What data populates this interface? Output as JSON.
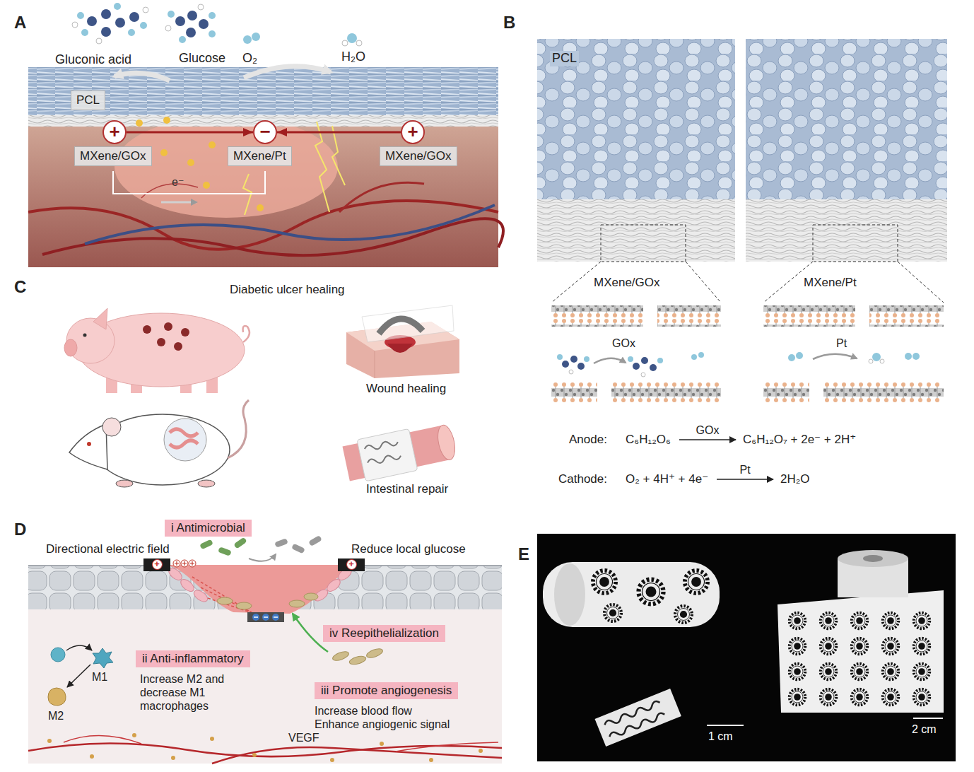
{
  "diagram": {
    "nodes": [
      {
        "text": [
          "PCL"
        ]
      },
      {
        "text": [
          "+"
        ]
      },
      {
        "text": [
          "−"
        ]
      },
      {
        "text": [
          "+"
        ]
      },
      {
        "text": [
          "MXene/GOx"
        ]
      },
      {
        "text": [
          "MXene/Pt"
        ]
      },
      {
        "text": [
          "MXene/GOx"
        ]
      },
      {
        "text": [
          "i Antimicrobial"
        ]
      },
      {
        "text": [
          "iv Reepithelialization"
        ]
      },
      {
        "text": [
          "ii Anti-inflammatory"
        ]
      },
      {
        "text": [
          "iii Promote angiogenesis"
        ]
      },
      {
        "text": [
          "+"
        ]
      },
      {
        "text": [
          "+"
        ]
      }
    ],
    "edges": [
      {
        "from": 1,
        "to": 2,
        "arrow": "to"
      },
      {
        "from": 3,
        "to": 2,
        "arrow": "to"
      }
    ],
    "labels": [
      "A",
      "Gluconic acid",
      "Glucose",
      "O₂",
      "H₂O",
      "e⁻",
      "B",
      "PCL",
      "MXene/GOx",
      "GOx",
      "MXene/Pt",
      "Pt",
      "Anode:",
      "C₆H₁₂O₆",
      "GOx",
      "C₆H₁₂O₇ + 2e⁻ + 2H⁺",
      "Cathode:",
      "O₂ + 4H⁺ + 4e⁻",
      "Pt",
      "2H₂O",
      "C",
      "Diabetic ulcer healing",
      "Wound healing",
      "Intestinal repair",
      "D",
      "Directional electric field",
      "Reduce local glucose",
      "M1",
      "M2",
      "Increase M2 and decrease M1 macrophages",
      "Increase blood flow Enhance angiogenic signal",
      "VEGF",
      "E",
      "1 cm",
      "2 cm"
    ]
  }
}
